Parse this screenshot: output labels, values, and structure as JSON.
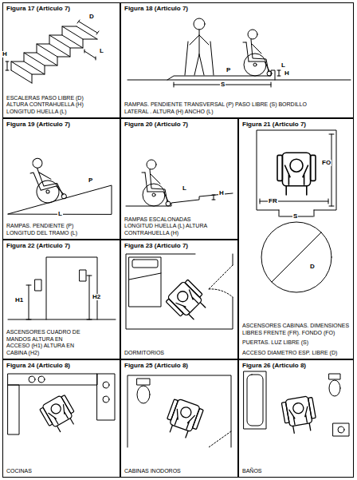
{
  "diagram": {
    "nodes": [
      {
        "text": [
          "Figura 17 (Articulo 7)",
          "ESCALERAS PASO LIBRE (D) ALTURA CONTRAHUELLA (H) LONGITUD HUELLA (L)"
        ]
      },
      {
        "text": [
          "Figura 18 (Articulo 7)",
          "RAMPAS. PENDIENTE TRANSVERSAL (P) PASO LIBRE (S) BORDILLO LATERAL . ALTURA (H) ANCHO (L)"
        ]
      },
      {
        "text": [
          "Figura 19 (Articulo 7)",
          "RAMPAS. PENDIENTE (P) LONGITUD DEL TRAMO (L)"
        ]
      },
      {
        "text": [
          "Figura 20 (Articulo 7)",
          "RAMPAS ESCALONADAS LONGITUD HUELLA (L) ALTURA CONTRAHUELLA (H)"
        ]
      },
      {
        "text": [
          "Figura 21 (Articulo 7)",
          "ASCENSORES CABINAS. DIMENSIONES LIBRES FRENTE (FR). FONDO (FO)",
          "PUERTAS. LUZ LIBRE (S)",
          "ACCESO DIAMETRO ESP. LIBRE (D)"
        ]
      },
      {
        "text": [
          "Figura 22 (Articulo 7)",
          "ASCENSORES CUADRO DE MANDOS ALTURA EN ACCESO (H1) ALTURA EN CABINA (H2)"
        ]
      },
      {
        "text": [
          "Figura 23 (Articulo 7)",
          "DORMITORIOS"
        ]
      },
      {
        "text": [
          "Figura 24 (Articulo 8)",
          "COCINAS"
        ]
      },
      {
        "text": [
          "Figura 25 (Articulo 8)",
          "CABINAS INODOROS"
        ]
      },
      {
        "text": [
          "Figura 26 (Articulo 8)",
          "BAÑOS"
        ]
      }
    ],
    "labels": [
      "H",
      "D",
      "L",
      "P",
      "S",
      "L",
      "H",
      "P",
      "L",
      "L",
      "H",
      "FO",
      "FR",
      "S",
      "D",
      "H1",
      "H2"
    ]
  }
}
